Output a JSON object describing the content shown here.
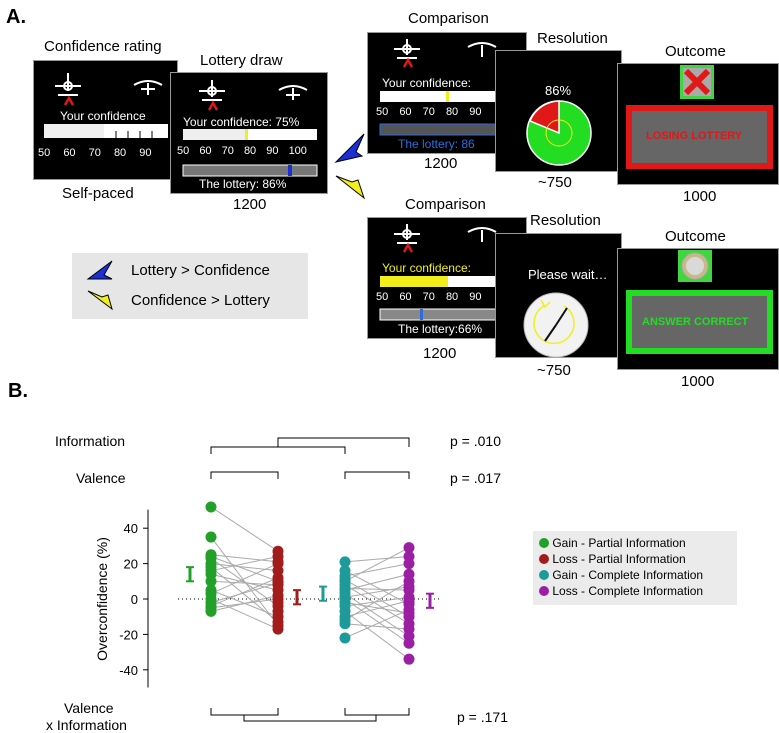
{
  "panel_a": {
    "letter": "A.",
    "confidence": {
      "title": "Confidence rating",
      "text": "Your confidence",
      "ticks": [
        "50",
        "60",
        "70",
        "80",
        "90"
      ],
      "below": "Self-paced"
    },
    "lottery": {
      "title": "Lottery draw",
      "conf_text": "Your confidence: 75%",
      "ticks": [
        "50",
        "60",
        "70",
        "80",
        "90",
        "100"
      ],
      "lottery_text": "The lottery: 86%",
      "time": "1200"
    },
    "top": {
      "comparison_title": "Comparison",
      "comp_conf": "Your confidence:",
      "comp_ticks": [
        "50",
        "60",
        "70",
        "80",
        "90"
      ],
      "comp_lottery": "The lottery: 86",
      "comp_time": "1200",
      "resolution_title": "Resolution",
      "res_percent": "86%",
      "res_time": "~750",
      "outcome_title": "Outcome",
      "outcome_text": "LOSING LOTTERY",
      "outcome_time": "1000"
    },
    "bottom": {
      "comparison_title": "Comparison",
      "comp_conf": "Your confidence:",
      "comp_ticks": [
        "50",
        "60",
        "70",
        "80",
        "90"
      ],
      "comp_lottery": "The lottery:66%",
      "comp_time": "1200",
      "resolution_title": "Resolution",
      "res_text": "Please wait…",
      "res_time": "~750",
      "outcome_title": "Outcome",
      "outcome_text": "ANSWER CORRECT",
      "outcome_time": "1000"
    },
    "legend": {
      "blue": "Lottery > Confidence",
      "yellow": "Confidence > Lottery"
    },
    "colors": {
      "blue_arrow": "#1a2fd6",
      "yellow_arrow": "#f2ee1a",
      "red": "#e01818",
      "green": "#22dd22"
    }
  },
  "panel_b": {
    "letter": "B.",
    "info_label": "Information",
    "valence_label": "Valence",
    "interaction_label_1": "Valence",
    "interaction_label_2": "x Information",
    "p_info": "p = .010",
    "p_valence": "p = .017",
    "p_interaction": "p = .171"
  },
  "chart_data": {
    "type": "scatter",
    "ylabel": "Overconfidence (%)",
    "ylim": [
      -50,
      55
    ],
    "yticks": [
      "40",
      "20",
      "0",
      "-20",
      "-40"
    ],
    "series": [
      {
        "name": "Gain - Partial Information",
        "color": "#22a02a",
        "values": [
          52,
          35,
          25,
          24,
          23,
          20,
          18,
          16,
          14,
          10,
          5,
          3,
          0,
          -2,
          -4,
          -5,
          -7
        ],
        "mean": 14
      },
      {
        "name": "Loss - Partial Information",
        "color": "#a31c1c",
        "values": [
          27,
          24,
          21,
          20,
          16,
          12,
          10,
          9,
          8,
          5,
          2,
          0,
          -2,
          -4,
          -7,
          -10,
          -13,
          -15,
          -17
        ],
        "mean": 1
      },
      {
        "name": "Gain - Complete Information",
        "color": "#1f9a9a",
        "values": [
          21,
          16,
          13,
          11,
          10,
          8,
          6,
          5,
          3,
          1,
          0,
          -2,
          -4,
          -7,
          -10,
          -12,
          -14,
          -22
        ],
        "mean": 3
      },
      {
        "name": "Loss - Complete Information",
        "color": "#9a1fa3",
        "values": [
          29,
          24,
          20,
          14,
          10,
          7,
          5,
          1,
          -1,
          -2,
          -3,
          -6,
          -8,
          -10,
          -14,
          -17,
          -21,
          -25,
          -34
        ],
        "mean": -1
      }
    ],
    "pairs_partial": [
      [
        52,
        27
      ],
      [
        35,
        -15
      ],
      [
        25,
        21
      ],
      [
        24,
        10
      ],
      [
        23,
        -4
      ],
      [
        20,
        16
      ],
      [
        18,
        -13
      ],
      [
        16,
        24
      ],
      [
        14,
        5
      ],
      [
        10,
        8
      ],
      [
        5,
        -10
      ],
      [
        3,
        20
      ],
      [
        0,
        -17
      ],
      [
        -2,
        9
      ],
      [
        -4,
        12
      ],
      [
        -5,
        0
      ],
      [
        -7,
        2
      ]
    ],
    "pairs_complete": [
      [
        21,
        24
      ],
      [
        16,
        -3
      ],
      [
        13,
        20
      ],
      [
        11,
        -10
      ],
      [
        10,
        29
      ],
      [
        8,
        -14
      ],
      [
        6,
        5
      ],
      [
        5,
        14
      ],
      [
        3,
        -21
      ],
      [
        1,
        7
      ],
      [
        0,
        -25
      ],
      [
        -2,
        -8
      ],
      [
        -4,
        1
      ],
      [
        -7,
        -34
      ],
      [
        -10,
        -1
      ],
      [
        -12,
        10
      ],
      [
        -14,
        -17
      ],
      [
        -22,
        -6
      ]
    ]
  }
}
